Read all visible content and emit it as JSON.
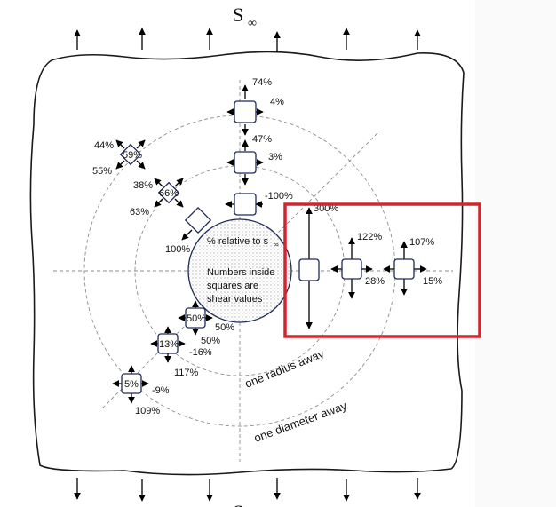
{
  "symbol": {
    "letter": "S",
    "subscript": "∞",
    "bottom_letter": "S"
  },
  "hole": {
    "line1": "% relative to s",
    "line1_sub": "∞",
    "line2": "Numbers inside",
    "line3": "squares are",
    "line4": "shear values"
  },
  "circle_labels": {
    "radius": "one radius away",
    "diameter": "one diameter away"
  },
  "top_column": {
    "el1": {
      "top": "74%",
      "side": "4%"
    },
    "el2": {
      "top": "47%",
      "side": "3%"
    },
    "el3": {
      "side": "-100%"
    }
  },
  "right_row": {
    "el1": {
      "top": "300%"
    },
    "el2": {
      "top": "122%",
      "side": "28%"
    },
    "el3": {
      "top": "107%",
      "side": "15%"
    }
  },
  "upper_diagonal": {
    "el1": {
      "shear": "59%",
      "a": "44%",
      "b": "55%"
    },
    "el2": {
      "shear": "66%",
      "a": "38%",
      "b": "63%"
    },
    "el3": {
      "a": "100%"
    }
  },
  "lower_diagonal": {
    "el1": {
      "shear": "50%",
      "a": "50%",
      "b": "50%"
    },
    "el2": {
      "shear": "13%",
      "a": "-16%",
      "b": "117%"
    },
    "el3": {
      "shear": "5%",
      "a": "-9%",
      "b": "109%"
    }
  },
  "colors": {
    "highlight": "#d0262d",
    "box_border": "#1f2a5a",
    "hole_fill": "#d8d8d8"
  }
}
